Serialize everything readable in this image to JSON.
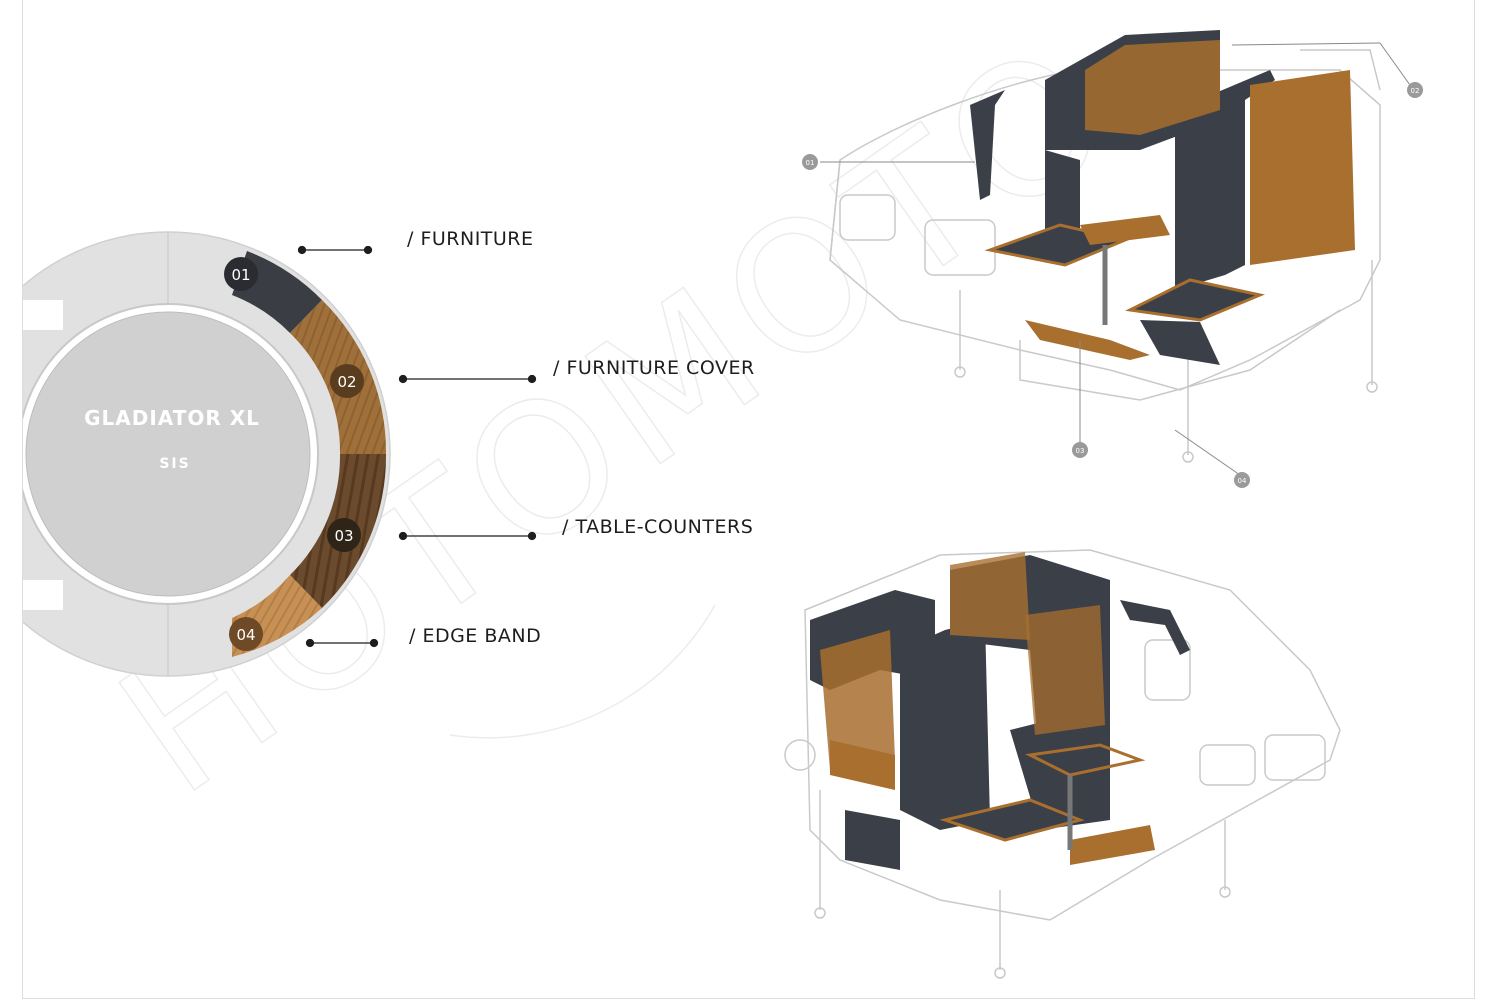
{
  "badge": {
    "title": "GLADIATOR XL",
    "subtitle": "SIS"
  },
  "segments": [
    {
      "num": "01",
      "label": "/ FURNITURE",
      "color": "#3a3d44"
    },
    {
      "num": "02",
      "label": "/ FURNITURE COVER",
      "color": "#a0703a"
    },
    {
      "num": "03",
      "label": "/ TABLE-COUNTERS",
      "color": "#6b4b2e"
    },
    {
      "num": "04",
      "label": "/ EDGE BAND",
      "color": "#c79055"
    }
  ],
  "callouts_top": [
    "01",
    "02",
    "03",
    "04"
  ],
  "watermark": "HOTOMOTO",
  "colors": {
    "dark_panel": "#3b3f47",
    "wood": "#a86f2f",
    "outline": "#c9c9c9"
  }
}
